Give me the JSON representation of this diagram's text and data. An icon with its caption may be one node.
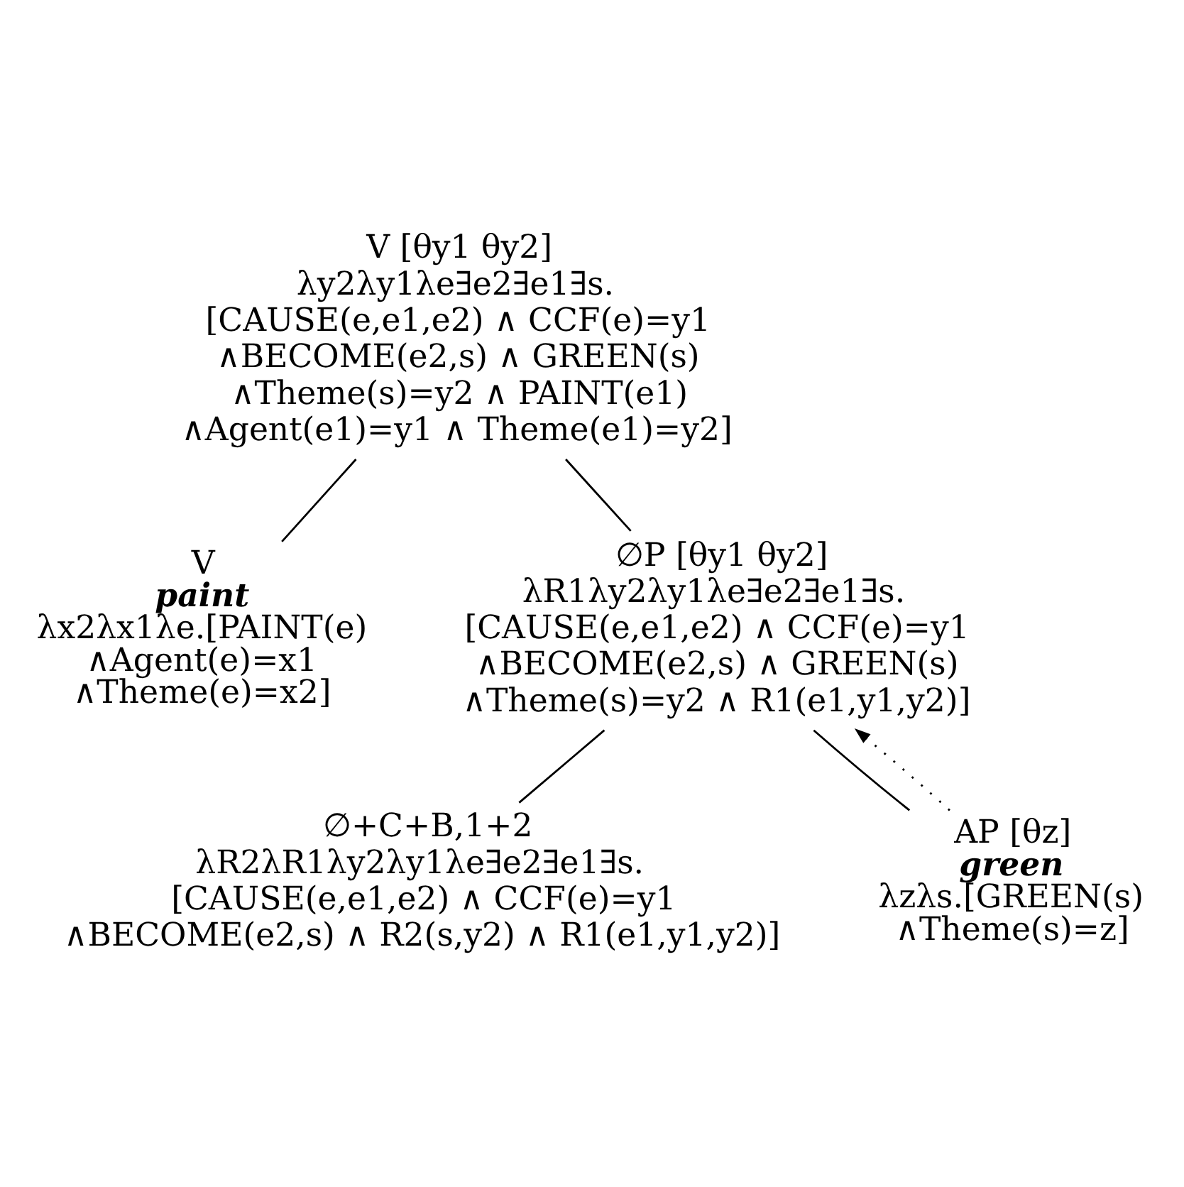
{
  "diagram": {
    "nodes": [
      {
        "text": [
          "V [θy1 θy2]",
          "λy2λy1λe∃e2∃e1∃s. [CAUSE(e,e1,e2) ∧ CCF(e)=y1 ∧BECOME(e2,s) ∧ GREEN(s) ∧Theme(s)=y2 ∧ PAINT(e1) ∧Agent(e1)=y1 ∧ Theme(e1)=y2]"
        ]
      },
      {
        "text": [
          "V",
          "paint",
          "λx2λx1λe.[PAINT(e) ∧Agent(e)=x1 ∧Theme(e)=x2]"
        ]
      },
      {
        "text": [
          "∅P [θy1 θy2]",
          "λR1λy2λy1λe∃e2∃e1∃s. [CAUSE(e,e1,e2) ∧ CCF(e)=y1 ∧BECOME(e2,s) ∧ GREEN(s) ∧Theme(s)=y2 ∧ R1(e1,y1,y2)]"
        ]
      },
      {
        "text": [
          "∅+C+B,1+2",
          "λR2λR1λy2λy1λe∃e2∃e1∃s. [CAUSE(e,e1,e2) ∧ CCF(e)=y1 ∧BECOME(e2,s) ∧ R2(s,y2) ∧ R1(e1,y1,y2)]"
        ]
      },
      {
        "text": [
          "AP [θz]",
          "green",
          "λzλs.[GREEN(s) ∧Theme(s)=z]"
        ]
      }
    ],
    "edges": [
      {
        "from": 0,
        "to": 1,
        "arrow": "none"
      },
      {
        "from": 0,
        "to": 2,
        "arrow": "none"
      },
      {
        "from": 2,
        "to": 3,
        "arrow": "none"
      },
      {
        "from": 2,
        "to": 4,
        "arrow": "none"
      },
      {
        "from": 4,
        "to": 2,
        "arrow": "to",
        "style": "dashed"
      }
    ]
  }
}
